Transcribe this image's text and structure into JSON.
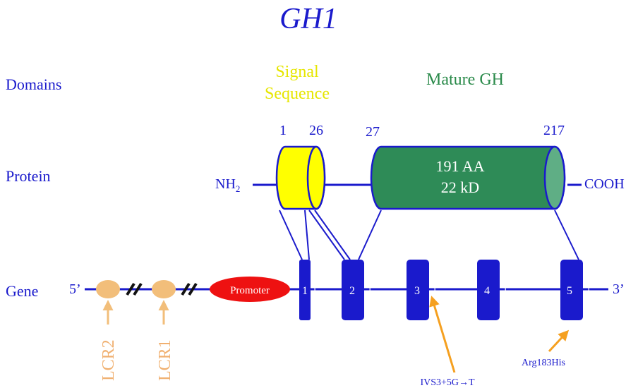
{
  "title": "GH1",
  "rows": {
    "domains": "Domains",
    "protein": "Protein",
    "gene": "Gene"
  },
  "domains": {
    "signal_line1": "Signal",
    "signal_line2": "Sequence",
    "mature": "Mature GH"
  },
  "protein": {
    "pos_1": "1",
    "pos_26": "26",
    "pos_27": "27",
    "pos_217": "217",
    "nh2": "NH",
    "nh2_sub": "2",
    "cooh": "COOH",
    "mature_aa": "191 AA",
    "mature_kd": "22 kD"
  },
  "gene": {
    "five_prime": "5’",
    "three_prime": "3’",
    "promoter": "Promoter",
    "exons": [
      "1",
      "2",
      "3",
      "4",
      "5"
    ],
    "lcr2": "LCR2",
    "lcr1": "LCR1"
  },
  "mutations": {
    "ivs3": "IVS3+5G→T",
    "arg183": "Arg183His"
  },
  "colors": {
    "blue": "#1a1acc",
    "signal": "#ffff00",
    "signal_text": "#e6e600",
    "mature": "#2e8b57",
    "mature_end": "#5fae85",
    "mature_text": "#2a8a4a",
    "lcr": "#f2be7a",
    "lcr_text": "#f0b070",
    "promoter": "#ee1111",
    "mutation_arrow": "#f5a020"
  }
}
